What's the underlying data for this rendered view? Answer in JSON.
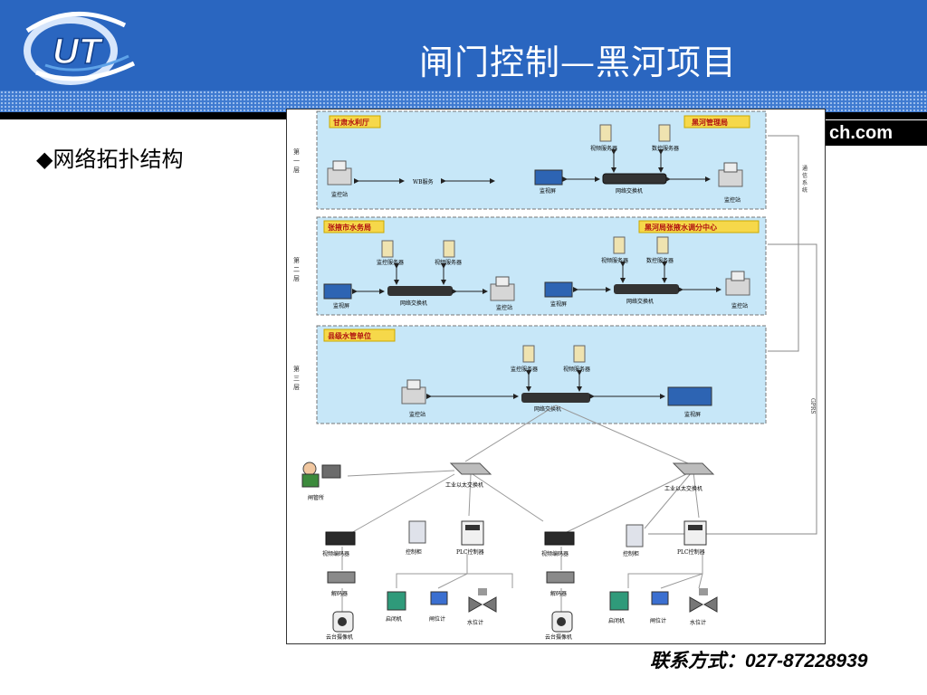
{
  "slide": {
    "title": "闸门控制—黑河项目",
    "logo_text": "UT",
    "website_fragment": "ch.com",
    "bullet_symbol": "◆",
    "bullet_text": "网络拓扑结构",
    "contact": "联系方式：027-87228939"
  },
  "diagram": {
    "side_labels": {
      "level1": [
        "第",
        "一",
        "层"
      ],
      "level2": [
        "第",
        "二",
        "层"
      ],
      "level3": [
        "第",
        "三",
        "层"
      ],
      "comm_system": [
        "通",
        "信",
        "系",
        "统"
      ],
      "gprs": "GPRS"
    },
    "tier1": {
      "left_label": "甘肃水利厅",
      "right_label": "黑河管理局",
      "monitor_station_left": "监控站",
      "wb_service": "WB服务",
      "video_server": "视频服务器",
      "data_server": "数控服务器",
      "screen": "监视屏",
      "switch": "网络交换机",
      "monitor_station_right": "监控站"
    },
    "tier2": {
      "left_label": "张掖市水务局",
      "right_label": "黑河局张掖水调分中心",
      "monitor_server": "监控服务器",
      "video_server": "视频服务器",
      "screen_left": "监视屏",
      "switch_left": "网络交换机",
      "station_mid": "监控站",
      "screen_right": "监视屏",
      "switch_right": "网络交换机",
      "video_server_right": "视频服务器",
      "data_server_right": "数控服务器",
      "station_right": "监控站"
    },
    "tier3": {
      "label": "县级水管单位",
      "monitor_server": "监控服务器",
      "video_server": "视频服务器",
      "station": "监控站",
      "switch": "网络交换机",
      "screen": "监视屏"
    },
    "field": {
      "gate_house": "闸管所",
      "ind_switch_left": "工业以太交换机",
      "ind_switch_right": "工业以太交换机",
      "video_encoder": "视频编码器",
      "control_cabinet": "控制柜",
      "plc": "PLC控制器",
      "decoder": "解码器",
      "hoist": "启闭机",
      "gate_meter": "闸位计",
      "water_meter": "水位计",
      "ptz_camera": "云台摄像机"
    }
  }
}
